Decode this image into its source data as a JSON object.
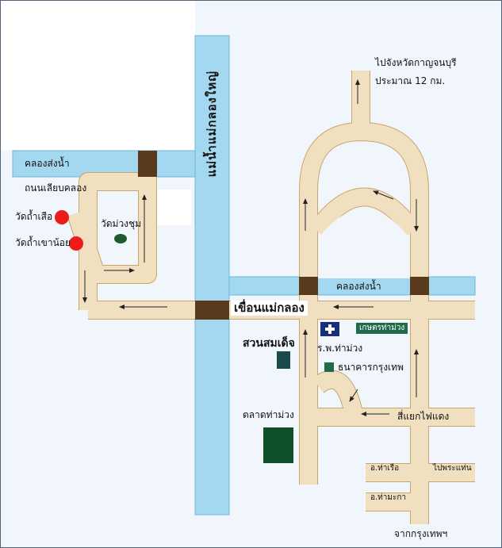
{
  "labels": {
    "to_kanchanaburi": "ไปจังหวัดกาญจนบุรี",
    "distance": "ประมาณ 12 กม.",
    "klong_top": "คลองส่งน้ำ",
    "road_leab_klong": "ถนนเลียบคลอง",
    "klong_big": "แม่น้ำแม่กลองใหญ่",
    "wat_tham_suea": "วัดถ้ำเสือ",
    "wat_tham_khao_noi": "วัดถ้ำเขาน้อย",
    "wat_muang_chum": "วัดม่วงชุม",
    "klong_right": "คลองส่งน้ำ",
    "dam": "เขื่อนแม่กลอง",
    "kbank": "เกษตรท่าม่วง",
    "hospital": "ร.พ.ท่าม่วง",
    "park": "สวนสมเด็จ",
    "bangkok_bank": "ธนาคารกรุงเทพ",
    "junction": "สี่แยกไฟแดง",
    "market": "ตลาดท่าม่วง",
    "tha_ruea": "อ.ท่าเรือ",
    "phra_thaen": "ไปพระแท่น",
    "tha_maka": "อ.ท่ามะกา",
    "from_bangkok": "จากกรุงเทพฯ"
  },
  "colors": {
    "road": "#f0e0c0",
    "road_edge": "#c9a56c",
    "water": "#a3d8f0",
    "bridge": "#5a3a1c",
    "temple_red": "#ee1b1b",
    "temple_green": "#1f5a2f",
    "landmark_green": "#0f4f2a",
    "park_marker": "#1b4a4a",
    "hospital": "#1a2f7a"
  },
  "icons": [
    "hospital-cross-icon",
    "temple-marker-icon",
    "bank-marker-icon",
    "arrow-icon"
  ]
}
